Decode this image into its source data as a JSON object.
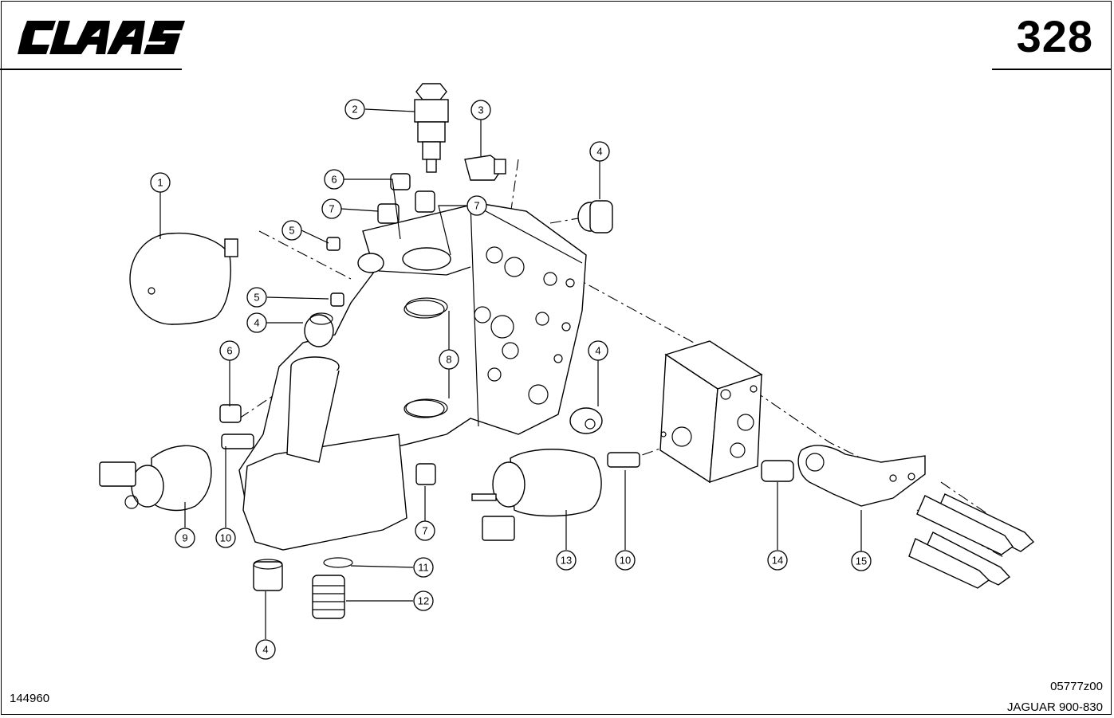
{
  "brand": "CLAAS",
  "page_number": "328",
  "footer": {
    "left_code": "144960",
    "drawing_code": "05777z00",
    "model": "JAGUAR 900-830"
  },
  "callouts": {
    "c1": "1",
    "c2": "2",
    "c3": "3",
    "c4a": "4",
    "c4b": "4",
    "c4c": "4",
    "c4d": "4",
    "c5a": "5",
    "c5b": "5",
    "c6a": "6",
    "c6b": "6",
    "c7a": "7",
    "c7b": "7",
    "c7c": "7",
    "c8": "8",
    "c9": "9",
    "c10a": "10",
    "c10b": "10",
    "c11": "11",
    "c12": "12",
    "c13": "13",
    "c14": "14",
    "c15": "15"
  }
}
